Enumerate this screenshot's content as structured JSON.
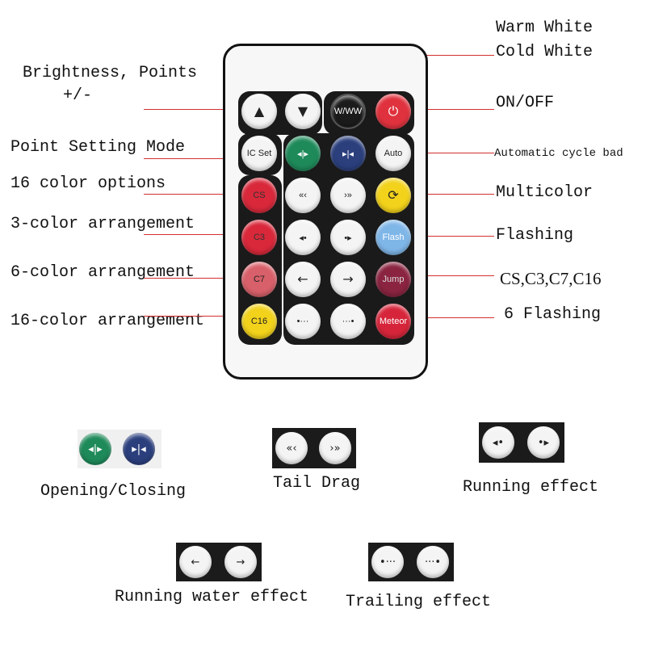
{
  "labels": {
    "warm_white": "Warm White",
    "cold_white": "Cold White",
    "brightness": "Brightness, Points",
    "brightness_pm": "+/-",
    "on_off": "ON/OFF",
    "point_setting": "Point Setting Mode",
    "auto_cycle": "Automatic cycle bad",
    "color16": "16 color options",
    "multicolor": "Multicolor",
    "color3": "3-color arrangement",
    "flashing": "Flashing",
    "color6": "6-color arrangement",
    "jump_modes": "CS,C3,C7,C16",
    "color16_arr": "16-color arrangement",
    "six_flashing": "6 Flashing"
  },
  "buttons": {
    "up": "▲",
    "down": "▼",
    "www": "W/WW",
    "power": "⏻",
    "ic_set": "IC Set",
    "open": "◂|▸",
    "close": "▸|◂",
    "auto": "Auto",
    "cs": "CS",
    "tail_left": "«‹",
    "tail_right": "›»",
    "cycle": "⟳",
    "c3": "C3",
    "run_left": "◂•",
    "run_right": "•▸",
    "flash": "Flash",
    "c7": "C7",
    "arrow_left": "←",
    "arrow_right": "→",
    "jump": "Jump",
    "c16": "C16",
    "trail_left": "•···",
    "trail_right": "···•",
    "meteor": "Meteor"
  },
  "legend": {
    "opening_closing": "Opening/Closing",
    "tail_drag": "Tail Drag",
    "running_effect": "Running effect",
    "running_water": "Running water effect",
    "trailing": "Trailing effect"
  },
  "colors": {
    "leader_line": "#d32f2f",
    "remote_body": "#f7f7f7",
    "panel": "#1a1a1a"
  }
}
